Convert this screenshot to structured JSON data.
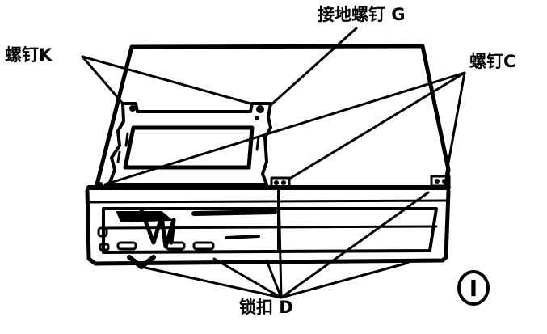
{
  "figure": {
    "subject": "computer chassis exploded/assembly line drawing",
    "figure_number": "I",
    "colors": {
      "ink": "#000000",
      "paper": "#ffffff"
    }
  },
  "labels": {
    "ground_screw": "接地螺钉 G",
    "screw_k": "螺钉K",
    "screw_c": "螺钉C",
    "latch_d": "锁扣 D"
  }
}
